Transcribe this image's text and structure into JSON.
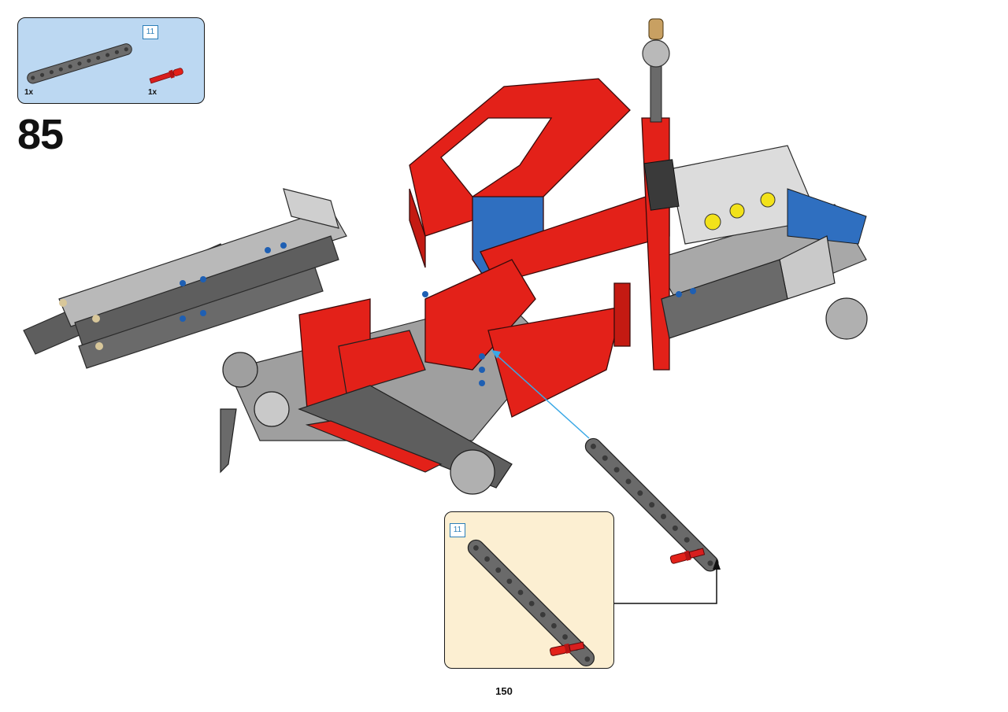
{
  "step": {
    "number": "85"
  },
  "parts_list": [
    {
      "icon": "gray-beam-11-icon",
      "length_badge": "11",
      "quantity": "1x"
    },
    {
      "icon": "red-axle-pin-icon",
      "quantity": "1x"
    }
  ],
  "sub_assembly": {
    "length_badge": "11"
  },
  "page": {
    "number": "150"
  },
  "colors": {
    "parts_box": "#bcd8f2",
    "sub_box": "#fcefd2",
    "model_red": "#e32119",
    "guide_line": "#3aa8e6"
  }
}
